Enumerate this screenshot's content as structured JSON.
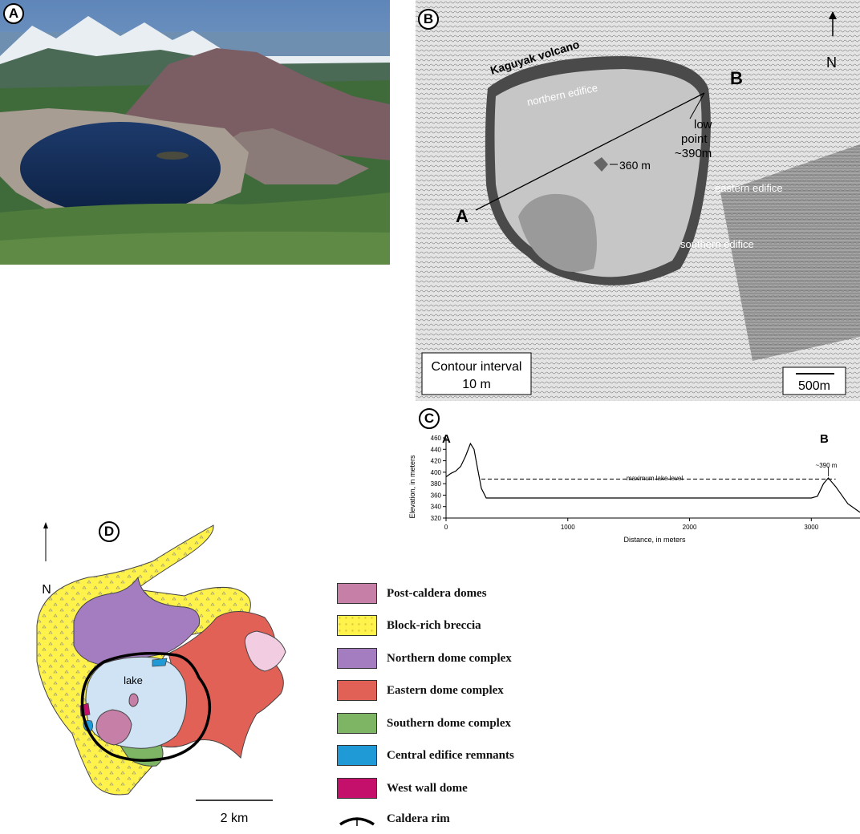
{
  "panelA": {
    "badge": "A"
  },
  "panelB": {
    "badge": "B",
    "volcano_label": "Kaguyak volcano",
    "northern_label": "northern edifice",
    "eastern_label": "eastern edifice",
    "southern_label": "southern edifice",
    "low_point_1": "low",
    "low_point_2": "point",
    "low_point_3": "~390m",
    "island_label": "360 m",
    "point_a": "A",
    "point_b": "B",
    "north_label": "N",
    "contour_1": "Contour interval",
    "contour_2": "10 m",
    "scale_label": "500m"
  },
  "panelC": {
    "badge": "C",
    "label_a": "A",
    "label_b": "B",
    "lake_level_label": "maximum lake level",
    "peak_label": "~390 m"
  },
  "chart_data": {
    "type": "line",
    "title": "",
    "xlabel": "Distance, in meters",
    "ylabel": "Elevation, in meters",
    "xlim": [
      0,
      3400
    ],
    "ylim": [
      320,
      460
    ],
    "xticks": [
      0,
      1000,
      2000,
      3000
    ],
    "yticks": [
      320,
      340,
      360,
      380,
      400,
      420,
      440,
      460
    ],
    "series": [
      {
        "x": [
          0,
          40,
          80,
          120,
          160,
          200,
          230,
          260,
          290,
          330,
          400,
          1000,
          2000,
          3000,
          3050,
          3100,
          3140,
          3200,
          3300,
          3400
        ],
        "y": [
          392,
          398,
          402,
          410,
          428,
          450,
          440,
          405,
          372,
          355,
          355,
          355,
          355,
          355,
          358,
          380,
          390,
          375,
          345,
          330
        ]
      }
    ],
    "reference_line": {
      "y": 388,
      "x_range": [
        290,
        3200
      ]
    },
    "grid": false
  },
  "panelD": {
    "badge": "D",
    "north_label": "N",
    "lake_label": "lake",
    "scale_label": "2 km"
  },
  "legend": [
    {
      "label": "Post-caldera domes",
      "color": "#c67fa6"
    },
    {
      "label": "Block-rich breccia",
      "color": "#fff24a"
    },
    {
      "label": "Northern dome complex",
      "color": "#a37dbf"
    },
    {
      "label": "Eastern dome complex",
      "color": "#e26156"
    },
    {
      "label": "Southern dome complex",
      "color": "#7db564"
    },
    {
      "label": "Central edifice remnants",
      "color": "#1f9ad6"
    },
    {
      "label": "West wall dome",
      "color": "#c4106a"
    },
    {
      "label": "Caldera rim",
      "color": "#000000"
    }
  ]
}
